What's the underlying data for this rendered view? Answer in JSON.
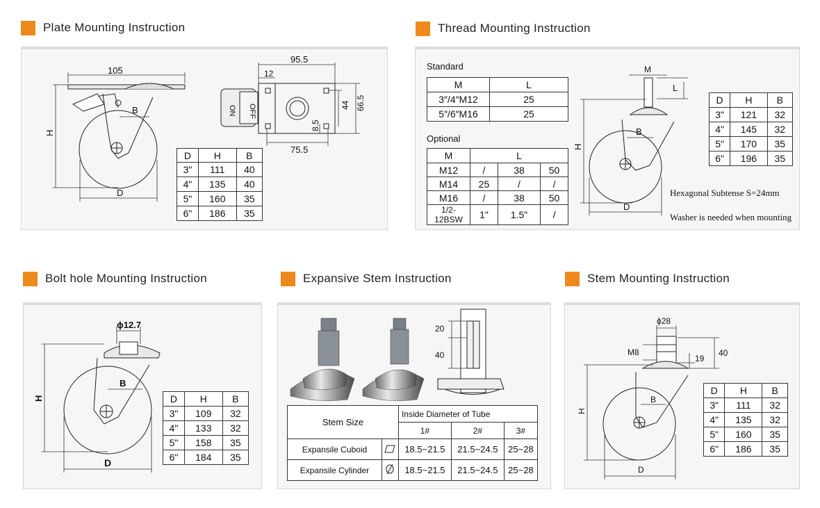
{
  "plate": {
    "title": "Plate Mounting Instruction",
    "dims": {
      "top": "105",
      "b": "B",
      "h": "H",
      "d": "D",
      "w95": "95.5",
      "w12": "12",
      "h44": "44",
      "h66": "66.5",
      "h85": "8.5",
      "w75": "75.5",
      "on": "ON",
      "off": "OFF"
    },
    "table": {
      "headers": [
        "D",
        "H",
        "B"
      ],
      "rows": [
        [
          "3\"",
          "111",
          "40"
        ],
        [
          "4\"",
          "135",
          "40"
        ],
        [
          "5\"",
          "160",
          "35"
        ],
        [
          "6\"",
          "186",
          "35"
        ]
      ]
    }
  },
  "thread": {
    "title": "Thread Mounting Instruction",
    "standard_label": "Standard",
    "standard": {
      "headers": [
        "M",
        "L"
      ],
      "rows": [
        [
          "3″/4″M12",
          "25"
        ],
        [
          "5″/6″M16",
          "25"
        ]
      ]
    },
    "optional_label": "Optional",
    "optional": {
      "headers": [
        "M",
        "L"
      ],
      "rows": [
        [
          "M12",
          "/",
          "38",
          "50"
        ],
        [
          "M14",
          "25",
          "/",
          "/"
        ],
        [
          "M16",
          "/",
          "38",
          "50"
        ],
        [
          "1/2-12BSW",
          "1\"",
          "1.5\"",
          "/"
        ]
      ]
    },
    "dims": {
      "m": "M",
      "l": "L",
      "b": "B",
      "h": "H",
      "d": "D"
    },
    "table": {
      "headers": [
        "D",
        "H",
        "B"
      ],
      "rows": [
        [
          "3\"",
          "121",
          "32"
        ],
        [
          "4\"",
          "145",
          "32"
        ],
        [
          "5\"",
          "170",
          "35"
        ],
        [
          "6\"",
          "196",
          "35"
        ]
      ]
    },
    "note1": "Hexagonal Subtense S=24mm",
    "note2": "Washer is needed when mounting"
  },
  "bolt": {
    "title": "Bolt hole Mounting Instruction",
    "dims": {
      "phi": "ϕ12.7",
      "b": "B",
      "h": "H",
      "d": "D"
    },
    "table": {
      "headers": [
        "D",
        "H",
        "B"
      ],
      "rows": [
        [
          "3\"",
          "109",
          "32"
        ],
        [
          "4\"",
          "133",
          "32"
        ],
        [
          "5\"",
          "158",
          "35"
        ],
        [
          "6\"",
          "184",
          "35"
        ]
      ]
    }
  },
  "expansive": {
    "title": "Expansive Stem Instruction",
    "dims": {
      "d20": "20",
      "d40": "40"
    },
    "table": {
      "stem_size": "Stem Size",
      "inside": "Inside Diameter of Tube",
      "cols": [
        "1#",
        "2#",
        "3#"
      ],
      "rows": [
        {
          "name": "Expansile Cuboid",
          "values": [
            "18.5~21.5",
            "21.5~24.5",
            "25~28"
          ]
        },
        {
          "name": "Expansile Cylinder",
          "values": [
            "18.5~21.5",
            "21.5~24.5",
            "25~28"
          ]
        }
      ]
    }
  },
  "stem": {
    "title": "Stem Mounting Instruction",
    "dims": {
      "phi": "ϕ28",
      "m8": "M8",
      "d19": "19",
      "d40": "40",
      "b": "B",
      "h": "H",
      "d": "D"
    },
    "table": {
      "headers": [
        "D",
        "H",
        "B"
      ],
      "rows": [
        [
          "3\"",
          "111",
          "32"
        ],
        [
          "4\"",
          "135",
          "32"
        ],
        [
          "5\"",
          "160",
          "35"
        ],
        [
          "6\"",
          "186",
          "35"
        ]
      ]
    }
  }
}
